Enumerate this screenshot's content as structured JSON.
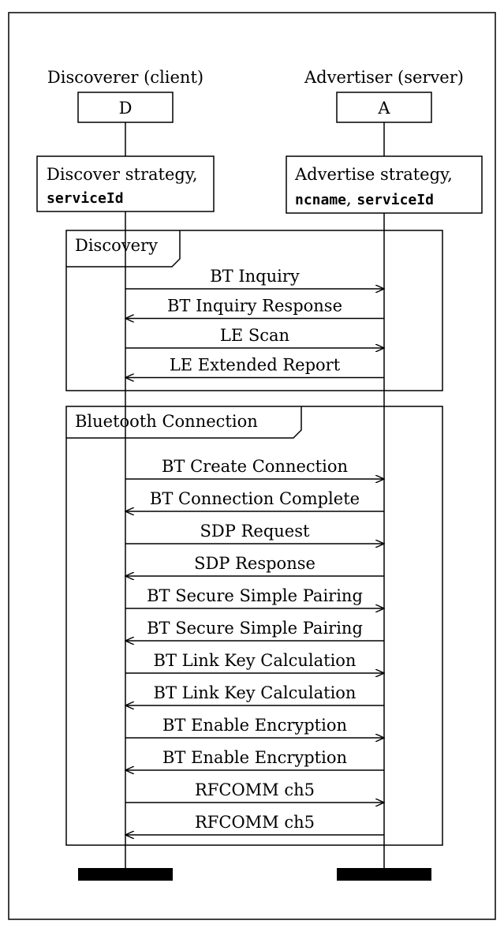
{
  "participants": [
    {
      "id": "discoverer",
      "role": "Discoverer (client)",
      "short": "D",
      "note_line1": "Discover strategy,",
      "note_line2_parts": [
        "serviceId"
      ]
    },
    {
      "id": "advertiser",
      "role": "Advertiser (server)",
      "short": "A",
      "note_line1": "Advertise strategy,",
      "note_line2_parts": [
        "ncname",
        ", ",
        "serviceId"
      ]
    }
  ],
  "fragments": [
    {
      "id": "discovery",
      "label": "Discovery",
      "messages": [
        {
          "text": "BT Inquiry",
          "direction": "to_advertiser"
        },
        {
          "text": "BT Inquiry Response",
          "direction": "to_discoverer"
        },
        {
          "text": "LE Scan",
          "direction": "to_advertiser"
        },
        {
          "text": "LE Extended Report",
          "direction": "to_discoverer"
        }
      ]
    },
    {
      "id": "bluetooth-connection",
      "label": "Bluetooth Connection",
      "messages": [
        {
          "text": "BT Create Connection",
          "direction": "to_advertiser"
        },
        {
          "text": "BT Connection Complete",
          "direction": "to_discoverer"
        },
        {
          "text": "SDP Request",
          "direction": "to_advertiser"
        },
        {
          "text": "SDP Response",
          "direction": "to_discoverer"
        },
        {
          "text": "BT Secure Simple Pairing",
          "direction": "to_advertiser"
        },
        {
          "text": "BT Secure Simple Pairing",
          "direction": "to_discoverer"
        },
        {
          "text": "BT Link Key Calculation",
          "direction": "to_advertiser"
        },
        {
          "text": "BT Link Key Calculation",
          "direction": "to_discoverer"
        },
        {
          "text": "BT Enable Encryption",
          "direction": "to_advertiser"
        },
        {
          "text": "BT Enable Encryption",
          "direction": "to_discoverer"
        },
        {
          "text": "RFCOMM ch5",
          "direction": "to_advertiser"
        },
        {
          "text": "RFCOMM ch5",
          "direction": "to_discoverer"
        }
      ]
    }
  ]
}
